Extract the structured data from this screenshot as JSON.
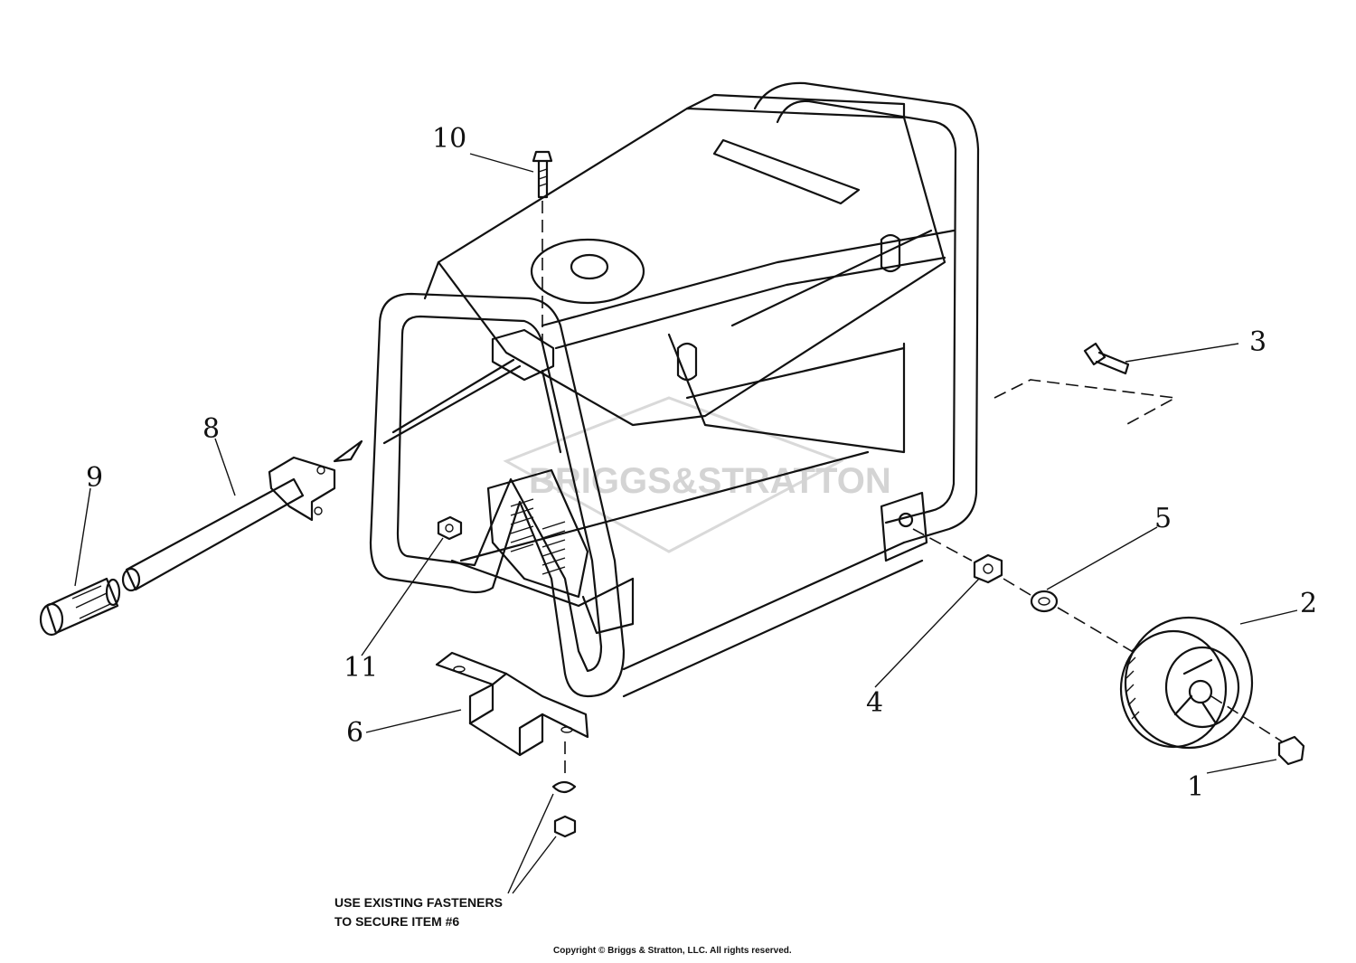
{
  "diagram": {
    "callouts": [
      {
        "id": "c1",
        "label": "1"
      },
      {
        "id": "c2",
        "label": "2"
      },
      {
        "id": "c3",
        "label": "3"
      },
      {
        "id": "c4",
        "label": "4"
      },
      {
        "id": "c5",
        "label": "5"
      },
      {
        "id": "c6",
        "label": "6"
      },
      {
        "id": "c8",
        "label": "8"
      },
      {
        "id": "c9",
        "label": "9"
      },
      {
        "id": "c10",
        "label": "10"
      },
      {
        "id": "c11",
        "label": "11"
      }
    ],
    "note_line1": "USE EXISTING FASTENERS",
    "note_line2": "TO SECURE ITEM #6",
    "watermark": "BRIGGS&STRATTON",
    "copyright": "Copyright © Briggs & Stratton, LLC. All rights reserved."
  }
}
